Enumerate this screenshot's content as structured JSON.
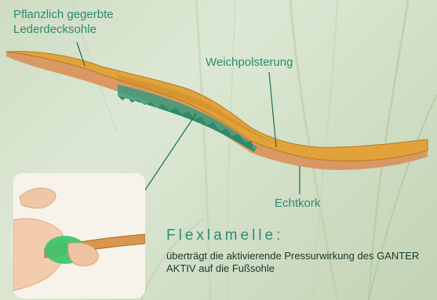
{
  "labels": {
    "sole": "Pflanzlich gegerbte Lederdecksohle",
    "padding": "Weichpolsterung",
    "cork": "Echtkork"
  },
  "flexlamelle": {
    "title": "Flexlamelle:",
    "description": "überträgt die aktivierende Pressurwirkung des GANTER AKTIV auf die Fußsohle"
  },
  "colors": {
    "label_text": "#2a8c6e",
    "desc_text": "#16392c",
    "leather": "#e2a23a",
    "cork": "#d98c52",
    "flex_lamella": "#3a9a7a",
    "green_pad": "#37c36a"
  }
}
